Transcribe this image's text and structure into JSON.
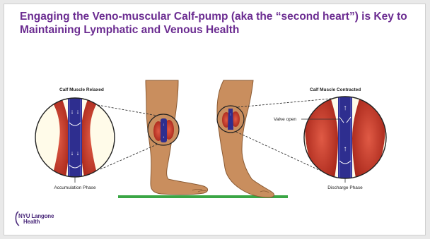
{
  "slide": {
    "title": "Engaging the Veno-muscular Calf-pump (aka the “second heart”) is Key to Maintaining Lymphatic and Venous Health"
  },
  "diagram": {
    "left_heading": "Calf Muscle Relaxed",
    "right_heading": "Calf Muscle Contracted",
    "valve_label": "Valve open",
    "left_phase": "Accumulation Phase",
    "right_phase": "Discharge Phase"
  },
  "logo": {
    "line1": "NYU Langone",
    "line2": "Health"
  },
  "colors": {
    "title": "#6b2c91",
    "muscle": "#c0392b",
    "vein": "#2e2e8f",
    "skin": "#c98e5e",
    "floor": "#3aa645",
    "logo": "#4b2a7b"
  }
}
